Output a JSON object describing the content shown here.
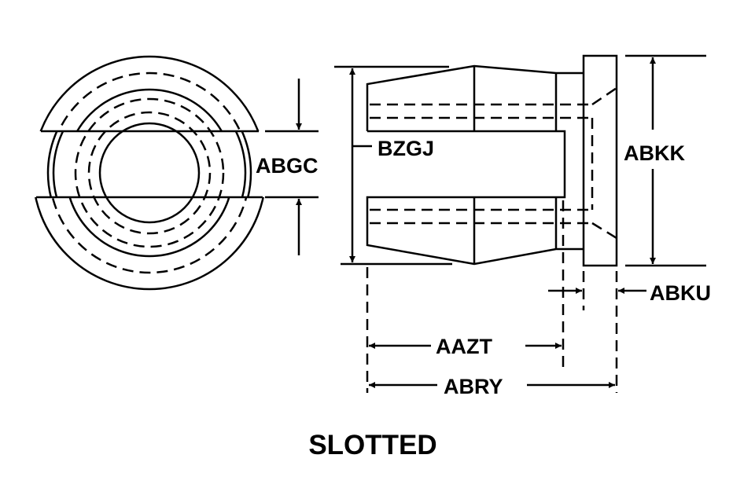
{
  "title": "SLOTTED",
  "dimensions": {
    "abgc": "ABGC",
    "bzgj": "BZGJ",
    "abkk": "ABKK",
    "abku": "ABKU",
    "aazt": "AAZT",
    "abry": "ABRY"
  },
  "colors": {
    "line": "#000000",
    "background": "#ffffff"
  }
}
